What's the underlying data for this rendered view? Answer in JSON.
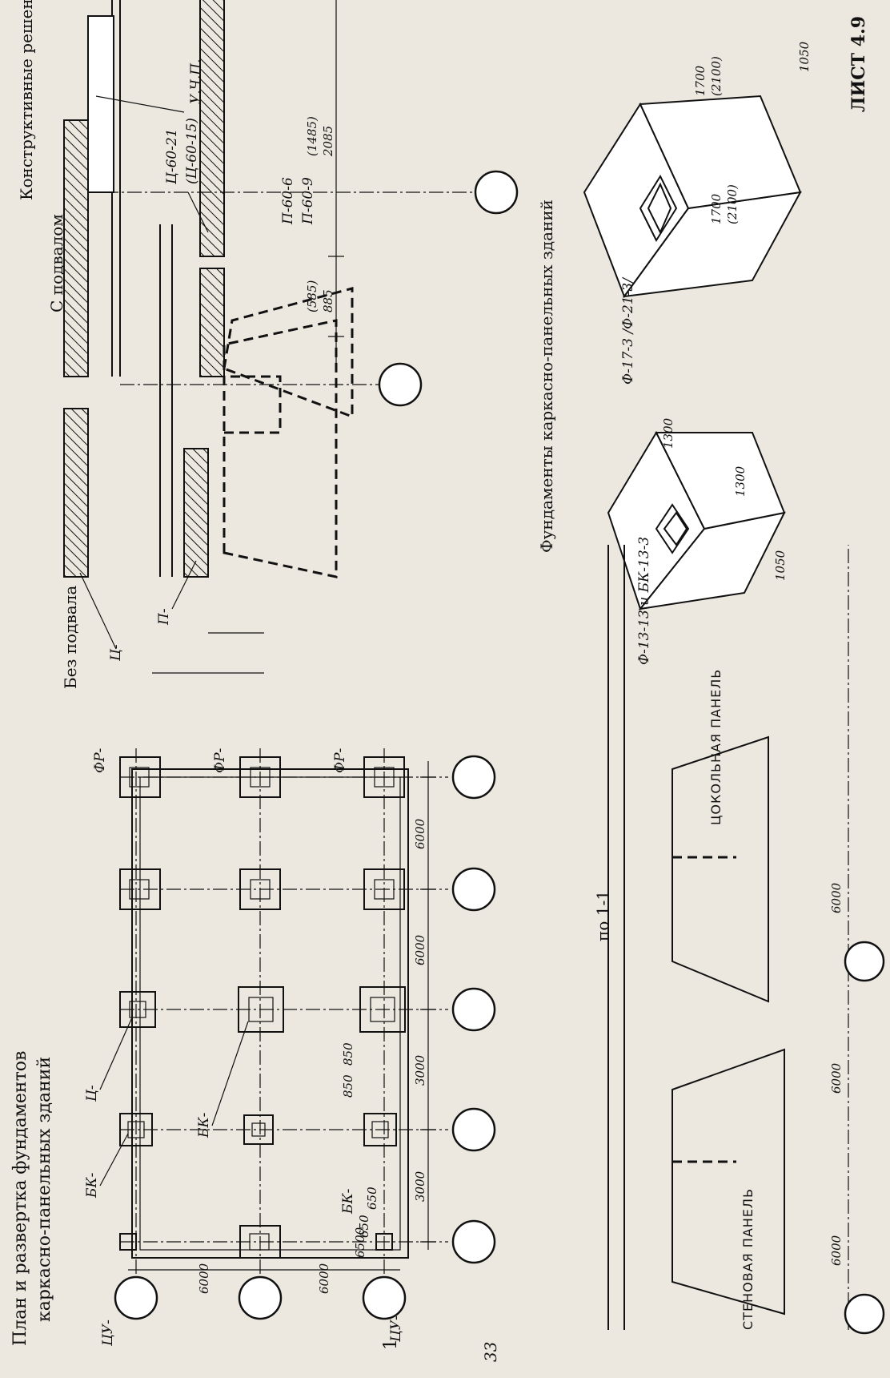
{
  "sheet": "ЛИСТ 4.9",
  "page_number": "33",
  "plan": {
    "title_line1": "План и развертка фундаментов",
    "title_line2": "каркасно-панельных зданий",
    "labels": {
      "bk_top": "БК-",
      "ts_top": "Ц-",
      "bk_mid": "БК-",
      "fr_1": "ФР-",
      "fr_2": "ФР-",
      "fr_3": "ФР-",
      "bk_small": "БК-",
      "tsu_left": "ЦУ-",
      "tsu_bottom": "ЦУ-"
    },
    "dims": {
      "d1": "3000",
      "d2": "3000",
      "d3": "6000",
      "d4": "6000",
      "r1": "6000",
      "r2": "6000",
      "s650": "650",
      "s850a": "850",
      "s850b": "850",
      "s650b": "650",
      "s6500": "6500"
    },
    "section_mark": "1"
  },
  "no_basement": {
    "title": "Без подвала",
    "labels": {
      "ts": "Ц-",
      "p": "П-"
    }
  },
  "with_basement": {
    "title": "Конструктивные решения фундаментов",
    "subtitle": "С подвалом",
    "labels": {
      "uchl": "У.Ч.П.",
      "ts_main": "Ц-60-21",
      "ts_alt": "(Ц-60-15)",
      "p_main": "П-60-9",
      "p_alt": "П-60-6"
    },
    "dims": {
      "h1": "2085",
      "h1_alt": "(1485)",
      "h2": "885",
      "h2_alt": "(585)"
    }
  },
  "isometric": {
    "title": "Фундаменты каркасно-панельных зданий",
    "left": {
      "label": "Ф-13-13 и БК-13-3",
      "dim_a": "1300",
      "dim_b": "1300",
      "dim_h": "1050"
    },
    "right": {
      "label": "Ф-17-3 /Ф-21-3/",
      "dim_a": "1700",
      "dim_a_alt": "(2100)",
      "dim_b": "1700",
      "dim_b_alt": "(2100)",
      "dim_h": "1050"
    }
  },
  "section": {
    "title": "по 1-1",
    "wall_panel": "СТЕНОВАЯ ПАНЕЛЬ",
    "plinth_panel": "ЦОКОЛЬНАЯ ПАНЕЛЬ",
    "dims": {
      "a": "6000",
      "b": "6000",
      "c": "6000"
    }
  }
}
